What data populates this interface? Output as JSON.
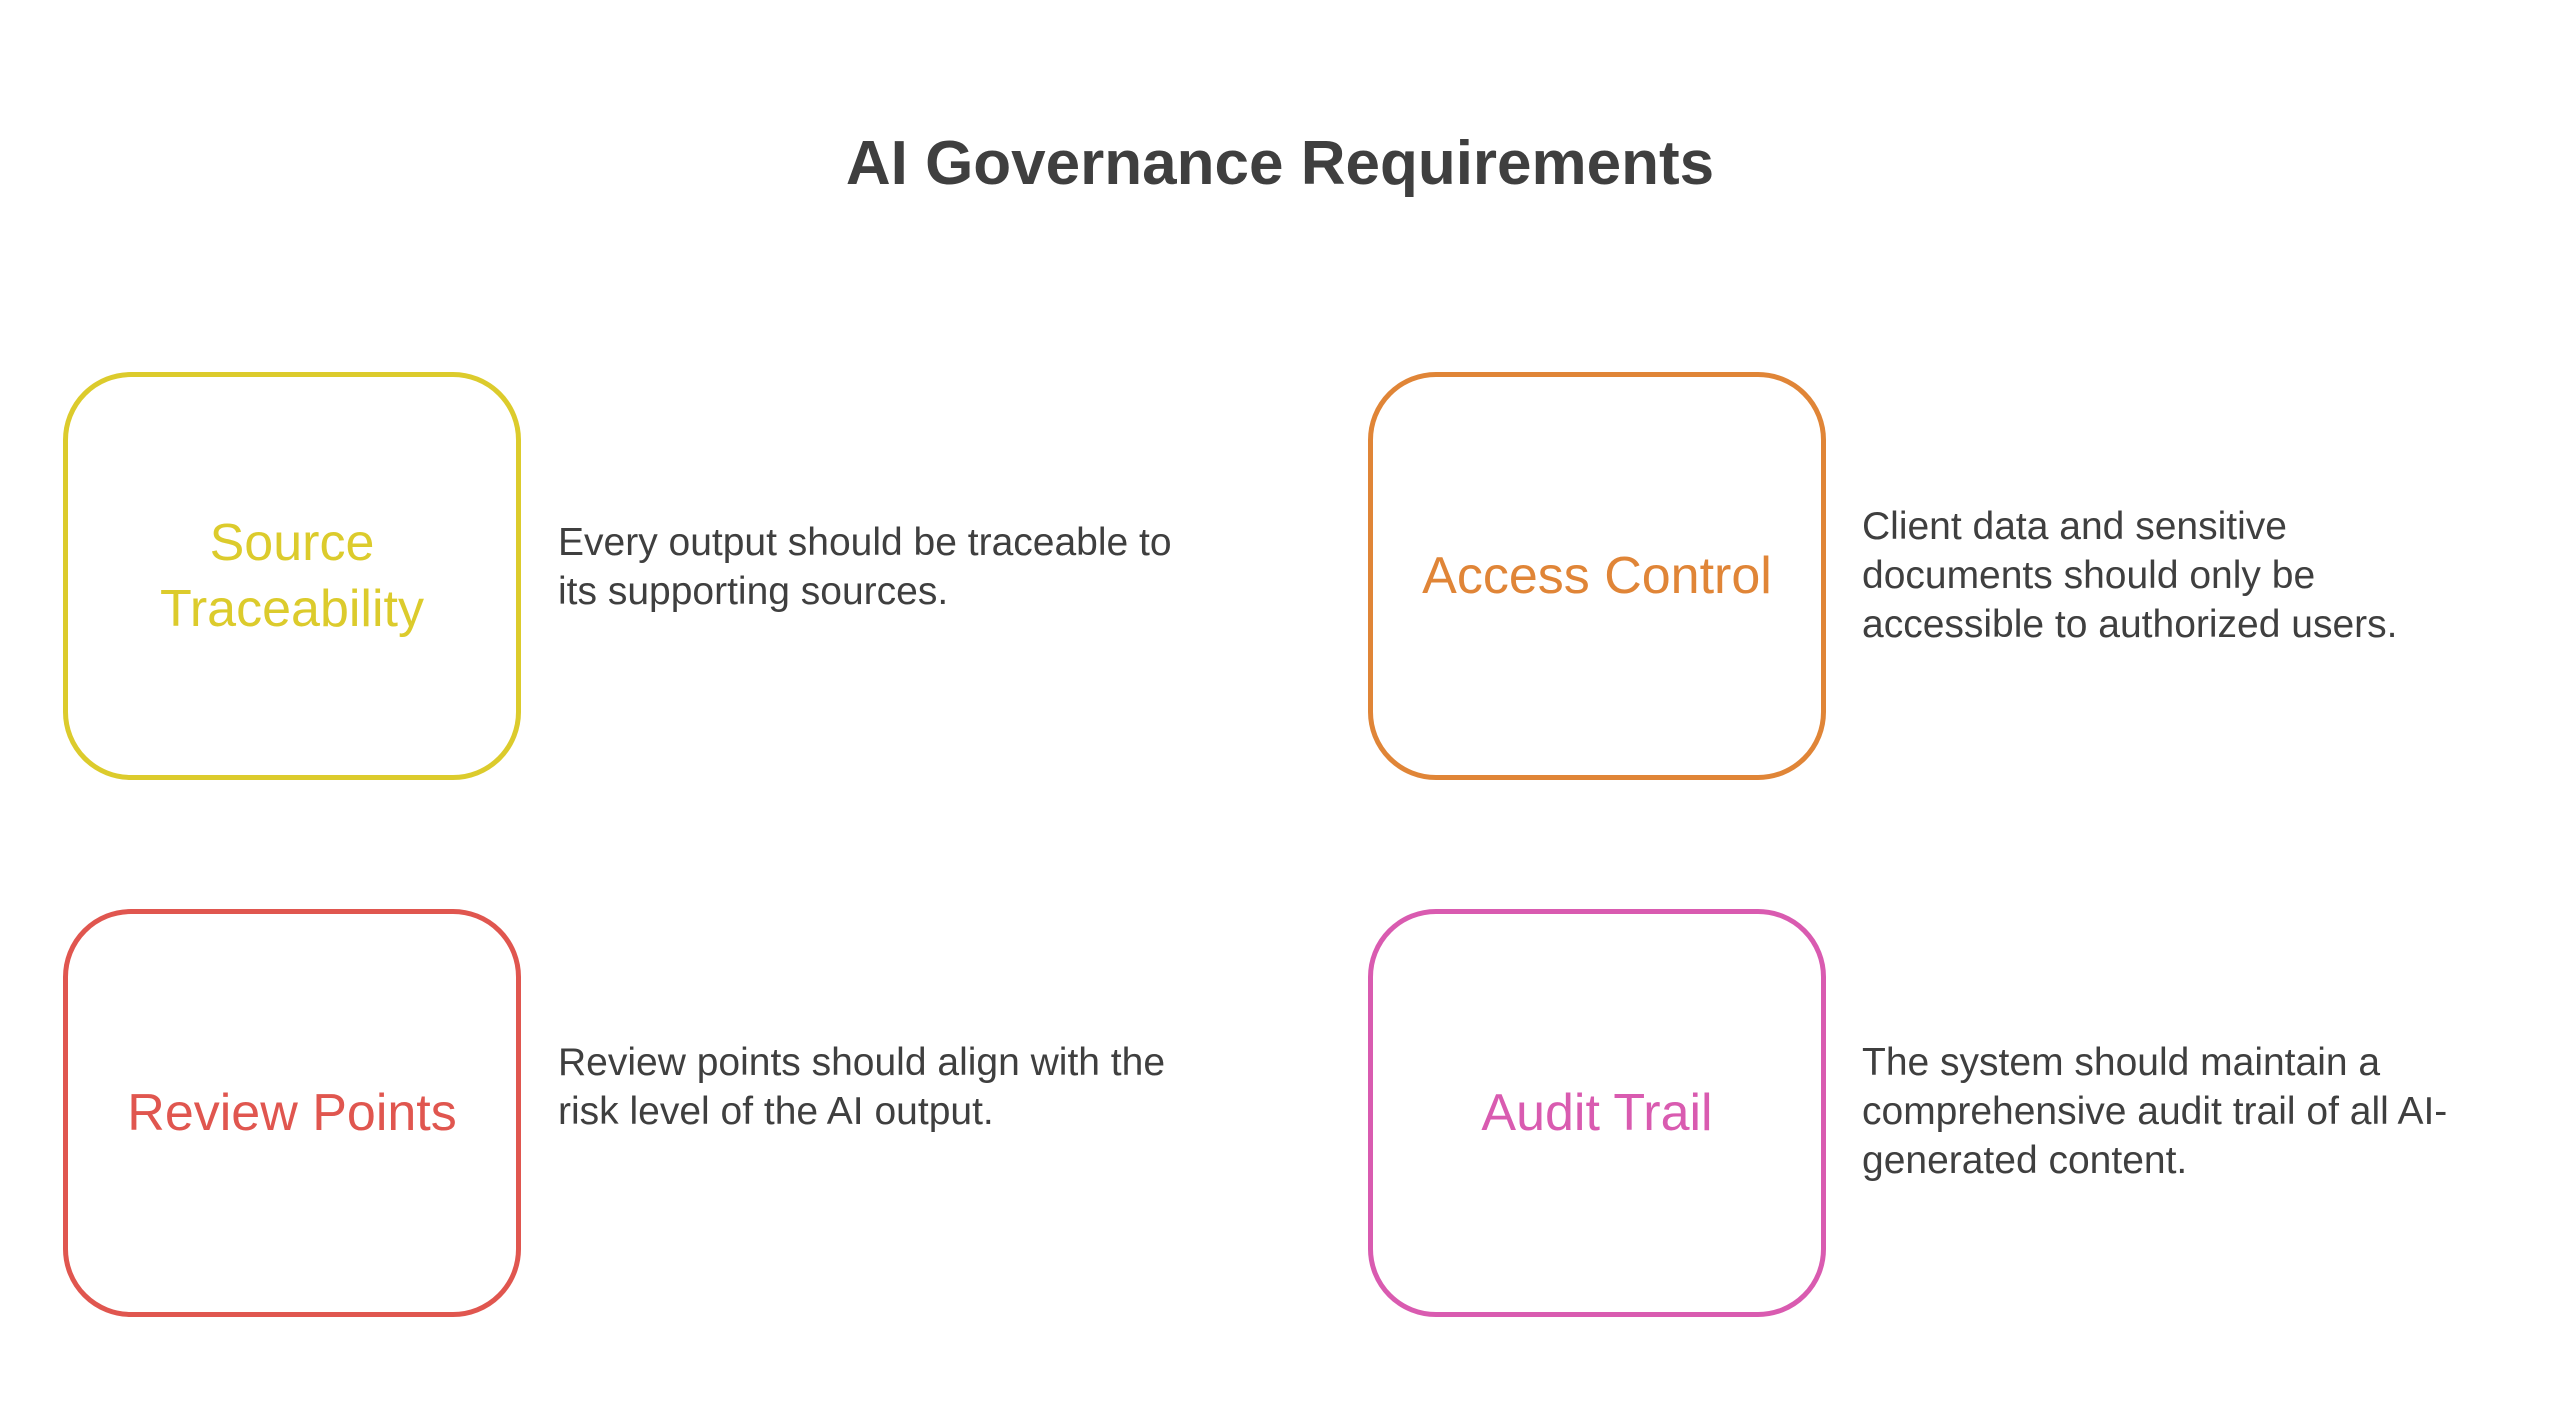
{
  "title": "AI Governance Requirements",
  "items": [
    {
      "label_lines": [
        "Source",
        "Traceability"
      ],
      "description_lines": [
        "Every output should be traceable to",
        "its supporting sources."
      ],
      "color": "#dccb2c"
    },
    {
      "label_lines": [
        "Access Control"
      ],
      "description_lines": [
        "Client data and sensitive",
        "documents should only be",
        "accessible to authorized users."
      ],
      "color": "#e08537"
    },
    {
      "label_lines": [
        "Review Points"
      ],
      "description_lines": [
        "Review points should align with the",
        "risk level of the AI output."
      ],
      "color": "#e0564f"
    },
    {
      "label_lines": [
        "Audit Trail"
      ],
      "description_lines": [
        "The system should maintain a",
        "comprehensive audit trail of all AI-",
        "generated content."
      ],
      "color": "#d95bb0"
    }
  ]
}
